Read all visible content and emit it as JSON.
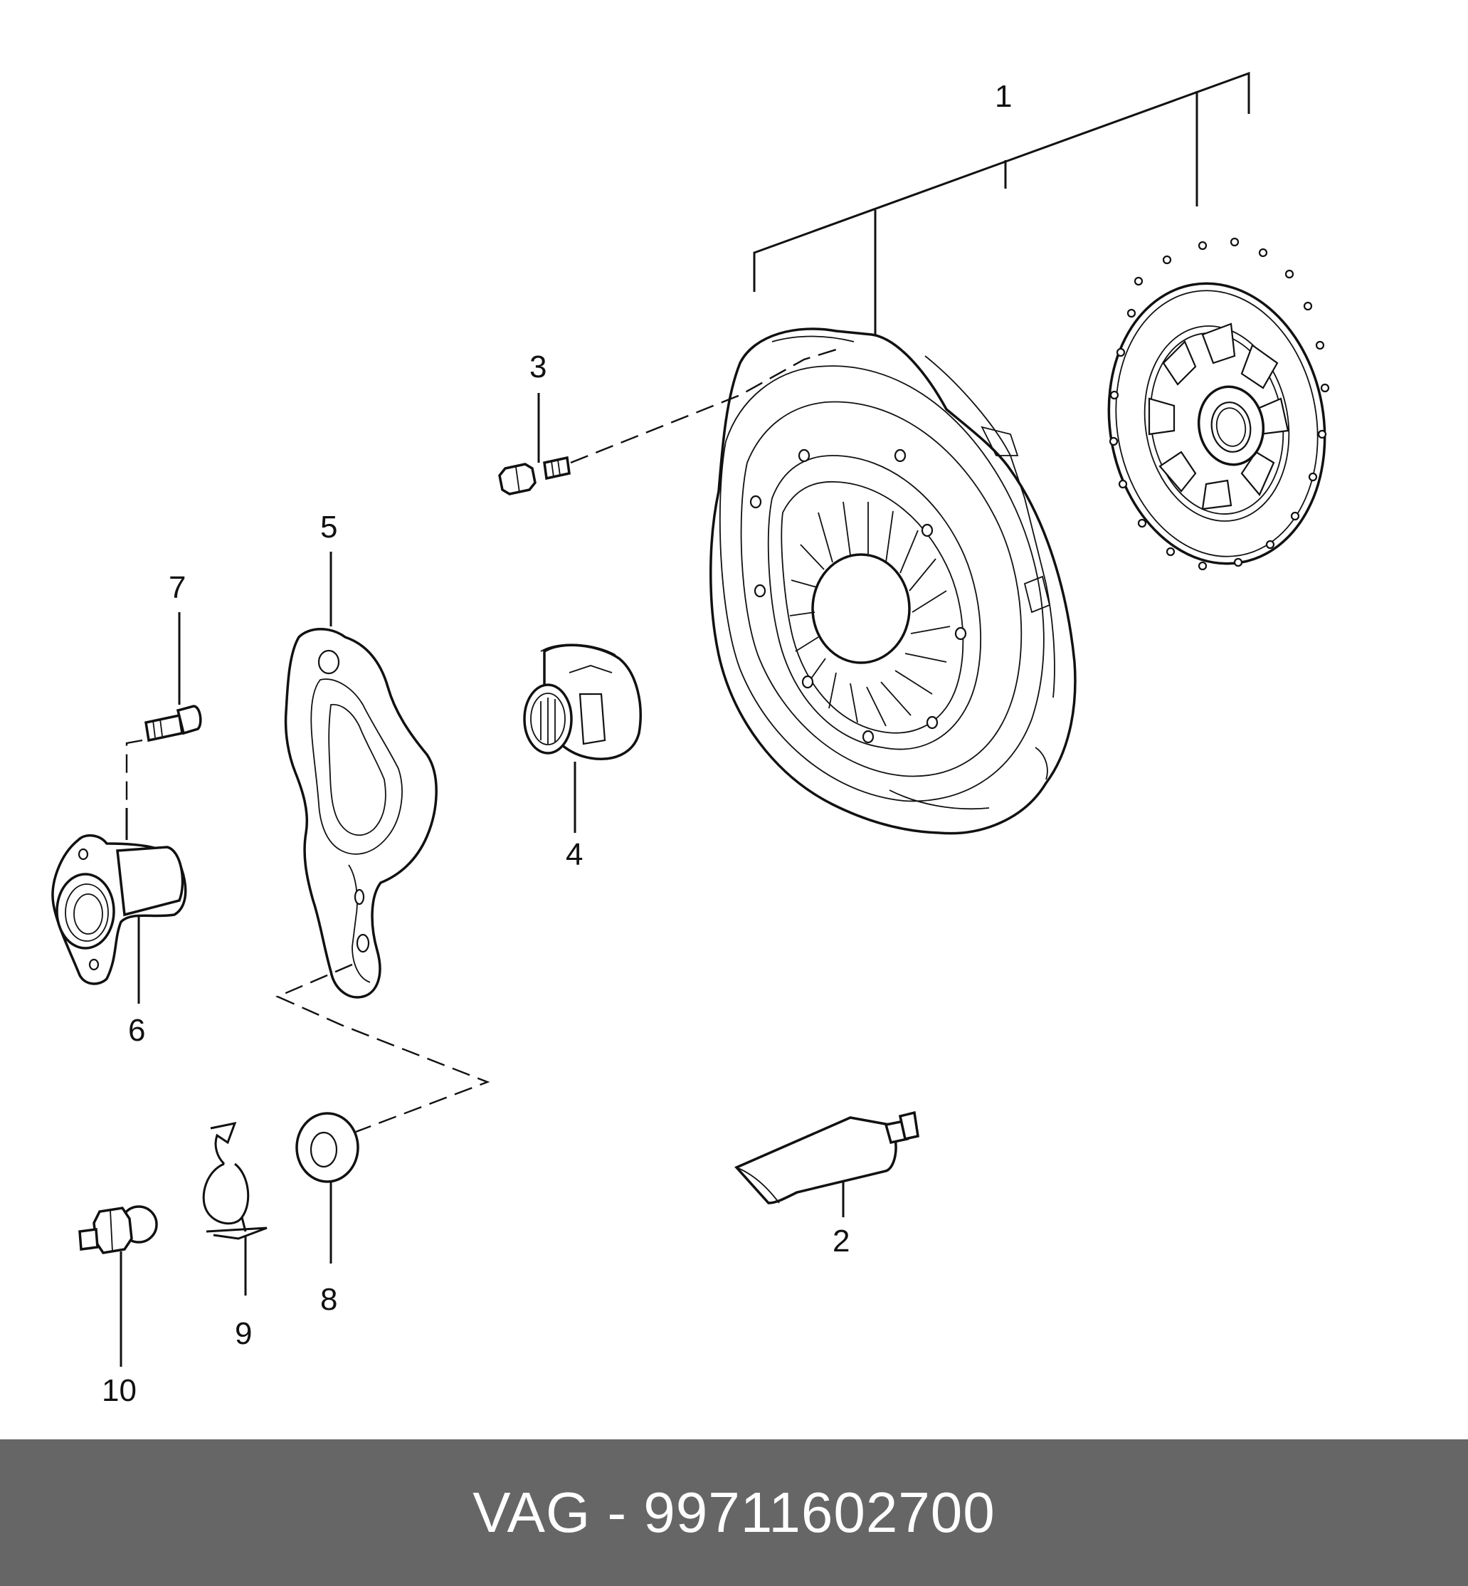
{
  "callouts": {
    "c1": "1",
    "c2": "2",
    "c3": "3",
    "c4": "4",
    "c5": "5",
    "c6": "6",
    "c7": "7",
    "c8": "8",
    "c9": "9",
    "c10": "10"
  },
  "footer": {
    "text": "VAG - 99711602700"
  },
  "colors": {
    "footer_bg": "#666666",
    "footer_text": "#ffffff",
    "line": "#111111"
  }
}
